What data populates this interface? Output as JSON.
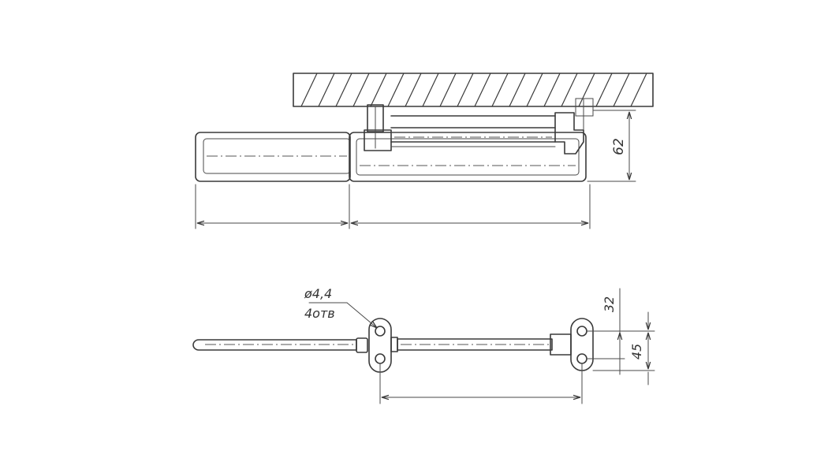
{
  "drawing": {
    "stroke_color": "#3a3a3a",
    "background": "#ffffff"
  },
  "top_view": {
    "dim_height": "62"
  },
  "bottom_view": {
    "hole_label_1": "ø4,4",
    "hole_label_2": "4отв",
    "dim_upper": "32",
    "dim_lower": "45"
  }
}
